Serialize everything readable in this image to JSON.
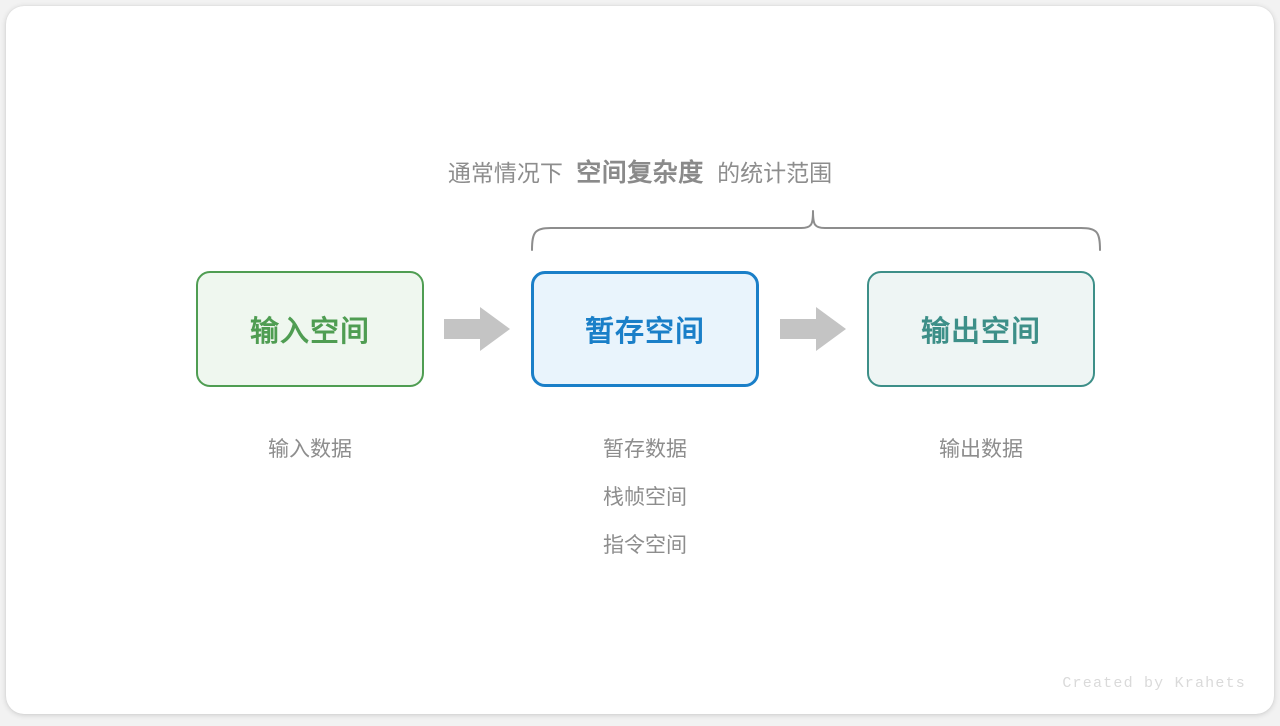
{
  "figure": {
    "caption": {
      "lead": "通常情况下",
      "strong": "空间复杂度",
      "tail": "的统计范围"
    },
    "boxes": [
      {
        "name": "input-space",
        "label": "输入空间",
        "border_color": "#4f9d52",
        "fill_color": "#eff7ef",
        "text_color": "#4f9d52"
      },
      {
        "name": "buffer-space",
        "label": "暂存空间",
        "border_color": "#1a7fc8",
        "fill_color": "#e9f4fc",
        "text_color": "#1a7fc8"
      },
      {
        "name": "output-space",
        "label": "输出空间",
        "border_color": "#3d8f88",
        "fill_color": "#eef5f4",
        "text_color": "#3d8f88"
      }
    ],
    "arrows": [
      {
        "name": "arrow-input-to-buffer",
        "color": "#c4c4c4"
      },
      {
        "name": "arrow-buffer-to-output",
        "color": "#c4c4c4"
      }
    ],
    "columns": [
      {
        "name": "input-column",
        "lines": [
          "输入数据"
        ]
      },
      {
        "name": "buffer-column",
        "lines": [
          "暂存数据",
          "栈帧空间",
          "指令空间"
        ]
      },
      {
        "name": "output-column",
        "lines": [
          "输出数据"
        ]
      }
    ],
    "brace": {
      "name": "scope-brace",
      "color": "#8d8d8d",
      "covers": [
        "暂存空间",
        "输出空间"
      ]
    },
    "watermark": "Created by Krahets",
    "colors": {
      "background": "#ffffff",
      "page_backdrop": "#f2f2f2",
      "muted_text": "#8d8d8d",
      "watermark_text": "#dadada",
      "arrow_gray": "#c4c4c4"
    }
  }
}
